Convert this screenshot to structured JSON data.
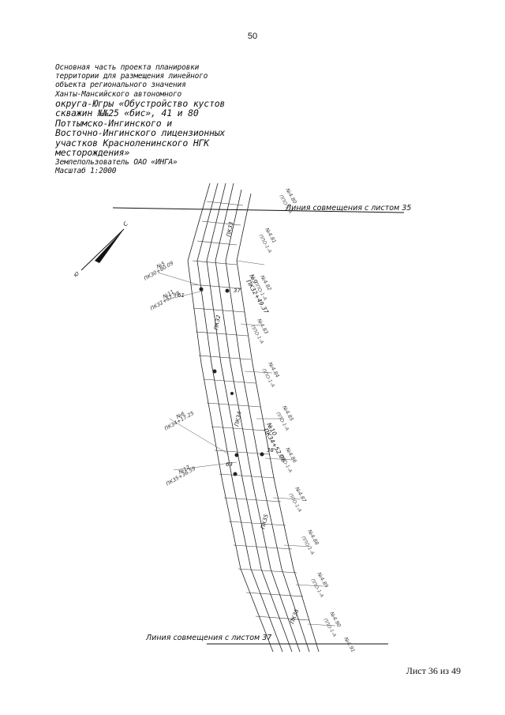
{
  "page_number": "50",
  "title_lines": [
    "Основная часть проекта планировки",
    "территории для размещения линейного",
    "объекта регионального значения",
    "Ханты-Мансийского автономного",
    "округа-Югры «Обустройство кустов",
    "скважин №№25 «бис», 41 и 80",
    "Поттымско-Ингинского и",
    "Восточно-Ингинского лицензионных",
    "участков Красноленинского НГК",
    "месторождения»",
    "Землепользователь ОАО «ИНГА»",
    "Масштаб 1:2000"
  ],
  "map": {
    "match_line_top": "Линия совмещения с листом 35",
    "match_line_bottom": "Линия совмещения с листом 37",
    "north_label": "С",
    "south_label": "Ю",
    "pickets": [
      "ПК33",
      "ПК32",
      "ПК34",
      "ПК35",
      "ПК36"
    ],
    "picket_labels": [
      "ПК32+49.37",
      "ПК34+52.06"
    ],
    "node_labels": [
      "№9",
      "№10",
      "№5",
      "№11",
      "№6",
      "№12"
    ],
    "node_sublabels": [
      "ПК30+80.09",
      "ПК32+57.98",
      "ПК34+17.25",
      "ПК35+36.59"
    ],
    "side_labels": [
      "№4.80",
      "№4.81",
      "№4.82",
      "№4.83",
      "№4.84",
      "№4.85",
      "№4.86",
      "№4.87",
      "№4.88",
      "№4.89",
      "№4.90",
      "№4.91"
    ],
    "side_sublabel": "ППО-1-А",
    "small_marks": [
      "61",
      "37",
      "63",
      "38"
    ]
  },
  "footer": "Лист 36 из 49"
}
